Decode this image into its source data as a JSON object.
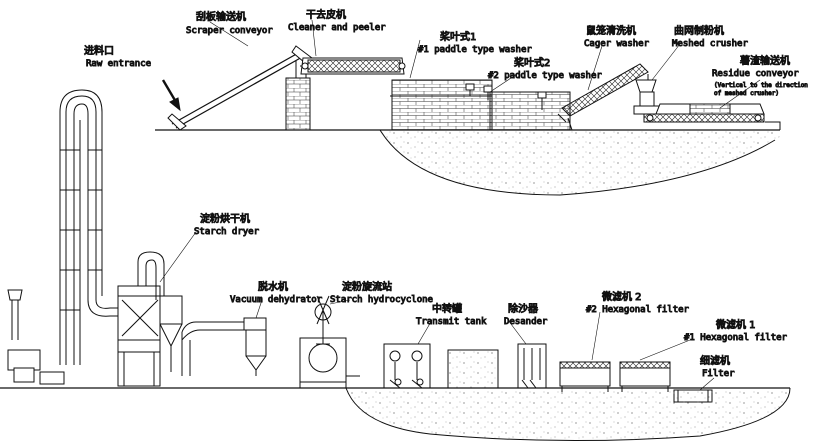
{
  "labels": {
    "raw_entrance": {
      "zh": "进料口",
      "en": "Raw entrance"
    },
    "scraper": {
      "zh": "刮板输送机",
      "en": "Scraper conveyor"
    },
    "cleaner": {
      "zh": "干去皮机",
      "en": "Cleaner and peeler"
    },
    "washer1": {
      "zh": "桨叶式1",
      "en": "#1 paddle type washer"
    },
    "washer2": {
      "zh": "桨叶式2",
      "en": "#2 paddle type washer"
    },
    "cager": {
      "zh": "鼠笼清洗机",
      "en": "Cager washer"
    },
    "crusher": {
      "zh": "曲网制粉机",
      "en": "Meshed crusher"
    },
    "residue": {
      "zh": "薯渣输送机",
      "en": "Residue conveyor",
      "note1": "(Vertical to the direction",
      "note2": "of meshed crusher)"
    },
    "dryer": {
      "zh": "淀粉烘干机",
      "en": "Starch dryer"
    },
    "dehydrator": {
      "zh": "脱水机",
      "en": "Vacuum dehydrator"
    },
    "hydrocyclone": {
      "zh": "淀粉旋流站",
      "en": "Starch hydrocyclone"
    },
    "transmit": {
      "zh": "中转罐",
      "en": "Transmit tank"
    },
    "desander": {
      "zh": "除沙器",
      "en": "Desander"
    },
    "hexfilter2": {
      "zh": "微滤机 2",
      "en": "#2 Hexagonal filter"
    },
    "hexfilter1": {
      "zh": "微滤机 1",
      "en": "#1 Hexagonal filter"
    },
    "filter": {
      "zh": "细滤机",
      "en": "Filter"
    }
  }
}
